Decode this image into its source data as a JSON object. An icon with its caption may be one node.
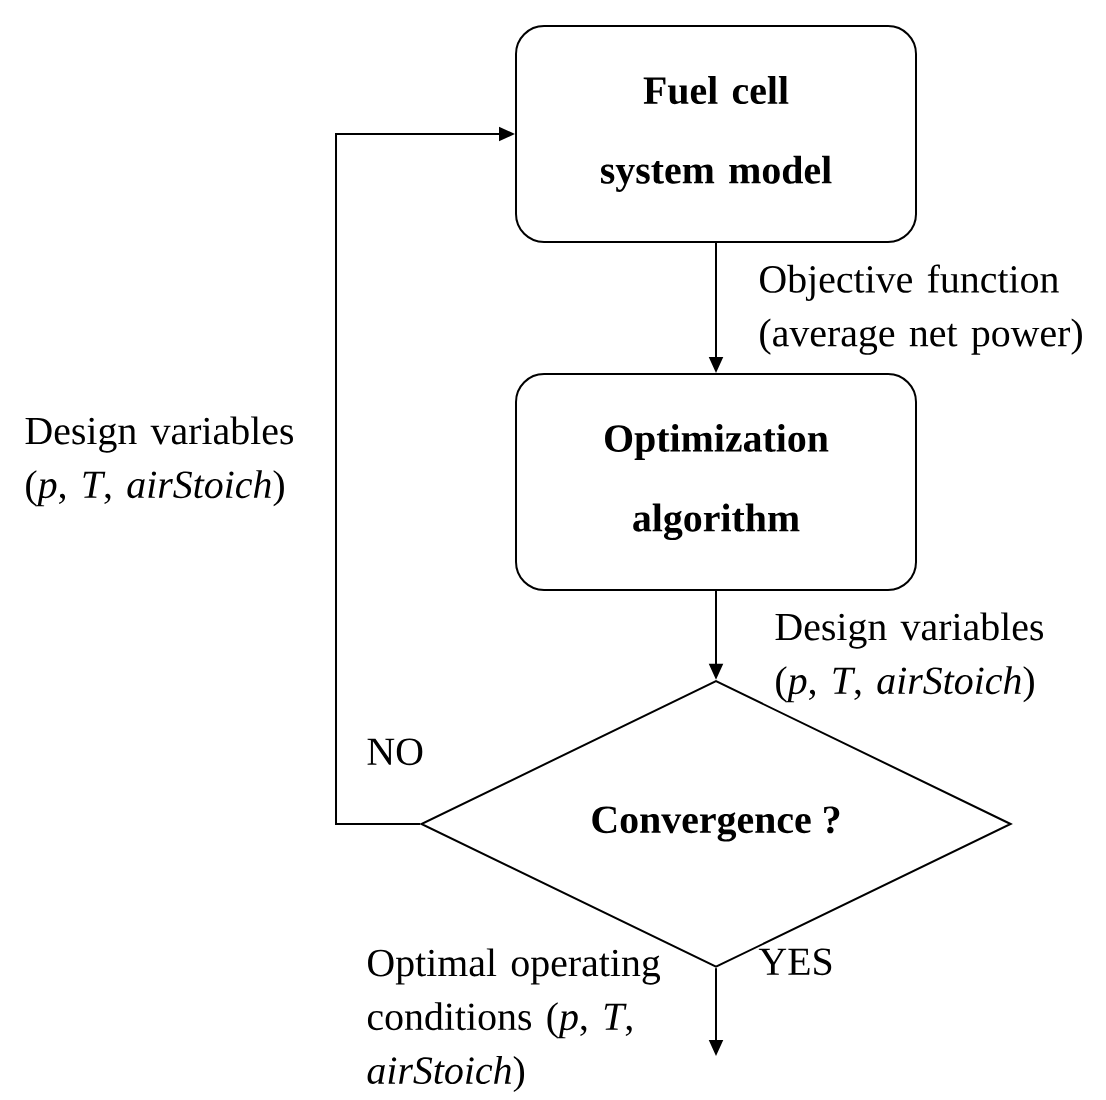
{
  "diagram": {
    "nodes": [
      {
        "text": [
          "Fuel cell system model"
        ]
      },
      {
        "text": [
          "Optimization algorithm"
        ]
      },
      {
        "text": [
          "Convergence ?"
        ]
      }
    ],
    "edges": [
      {
        "from": 0,
        "to": 1,
        "arrow": "to",
        "label": "Objective function (average net power)"
      },
      {
        "from": 1,
        "to": 2,
        "arrow": "to",
        "label": "Design variables (*p*, *T*, *airStoich*)"
      },
      {
        "from": 2,
        "to": 0,
        "arrow": "to",
        "label": "Design variables (*p*, *T*, *airStoich*)"
      },
      {
        "from": 2,
        "to": null,
        "arrow": "to",
        "label": "Optimal operating conditions (*p*, *T*, *airStoich*)"
      }
    ],
    "labels": [
      "NO",
      "YES"
    ]
  }
}
